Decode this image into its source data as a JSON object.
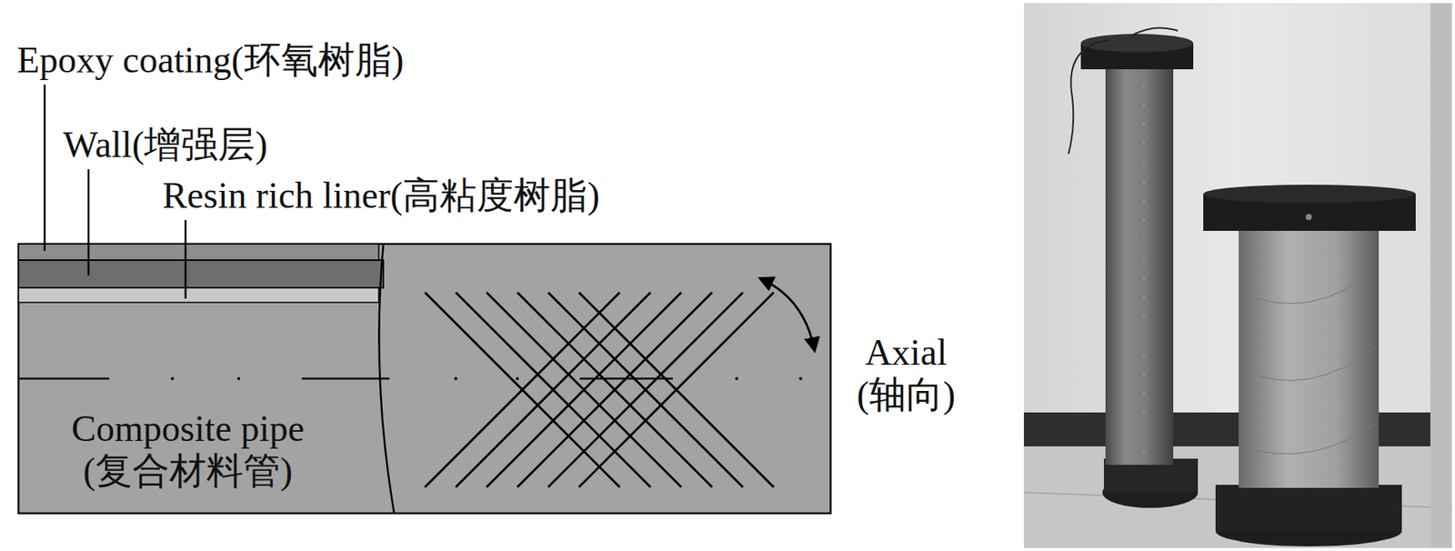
{
  "diagram": {
    "nodes": [
      {
        "text": [
          "Composite pipe (复合材料管)"
        ]
      }
    ],
    "labels": [
      "Epoxy coating(环氧树脂)",
      "Wall(增强层)",
      "Resin rich liner(高粘度树脂)",
      "Axial (轴向)"
    ]
  }
}
